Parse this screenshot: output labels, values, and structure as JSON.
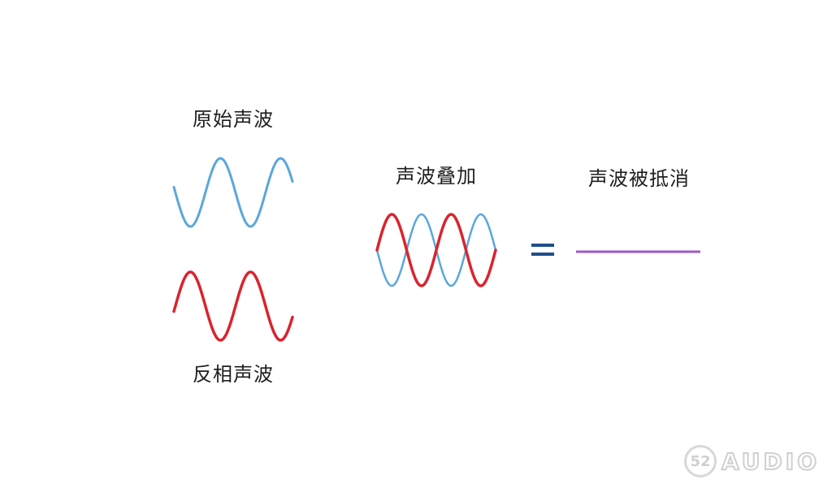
{
  "labels": {
    "original": "原始声波",
    "inverted": "反相声波",
    "superpose": "声波叠加",
    "cancel": "声波被抵消"
  },
  "colors": {
    "original_wave": "#5aa7dc",
    "inverted_wave": "#d9242e",
    "result_line": "#9b59c9",
    "equals": "#1f4e8c"
  },
  "watermark": {
    "mark": "52",
    "text": "AUDIO"
  }
}
